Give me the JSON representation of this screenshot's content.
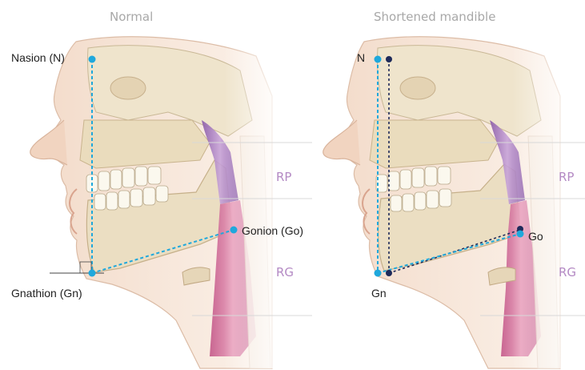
{
  "panels": [
    {
      "title": "Normal",
      "labels": {
        "nasion": "Nasion (N)",
        "gonion": "Gonion (Go)",
        "gnathion": "Gnathion (Gn)",
        "rp": "RP",
        "rg": "RG"
      }
    },
    {
      "title": "Shortened mandible",
      "labels": {
        "nasion": "N",
        "gonion": "Go",
        "gnathion": "Gn",
        "rp": "RP",
        "rg": "RG"
      }
    }
  ],
  "colors": {
    "landmark": "#1fa8dc",
    "reference_landmark": "#1e2a5a",
    "skin": "#f2dccb",
    "bone": "#e9dcbf",
    "airway_wall": "#d8779f",
    "airway_purple": "#9a6fb5",
    "region_label": "#b48ac4"
  }
}
